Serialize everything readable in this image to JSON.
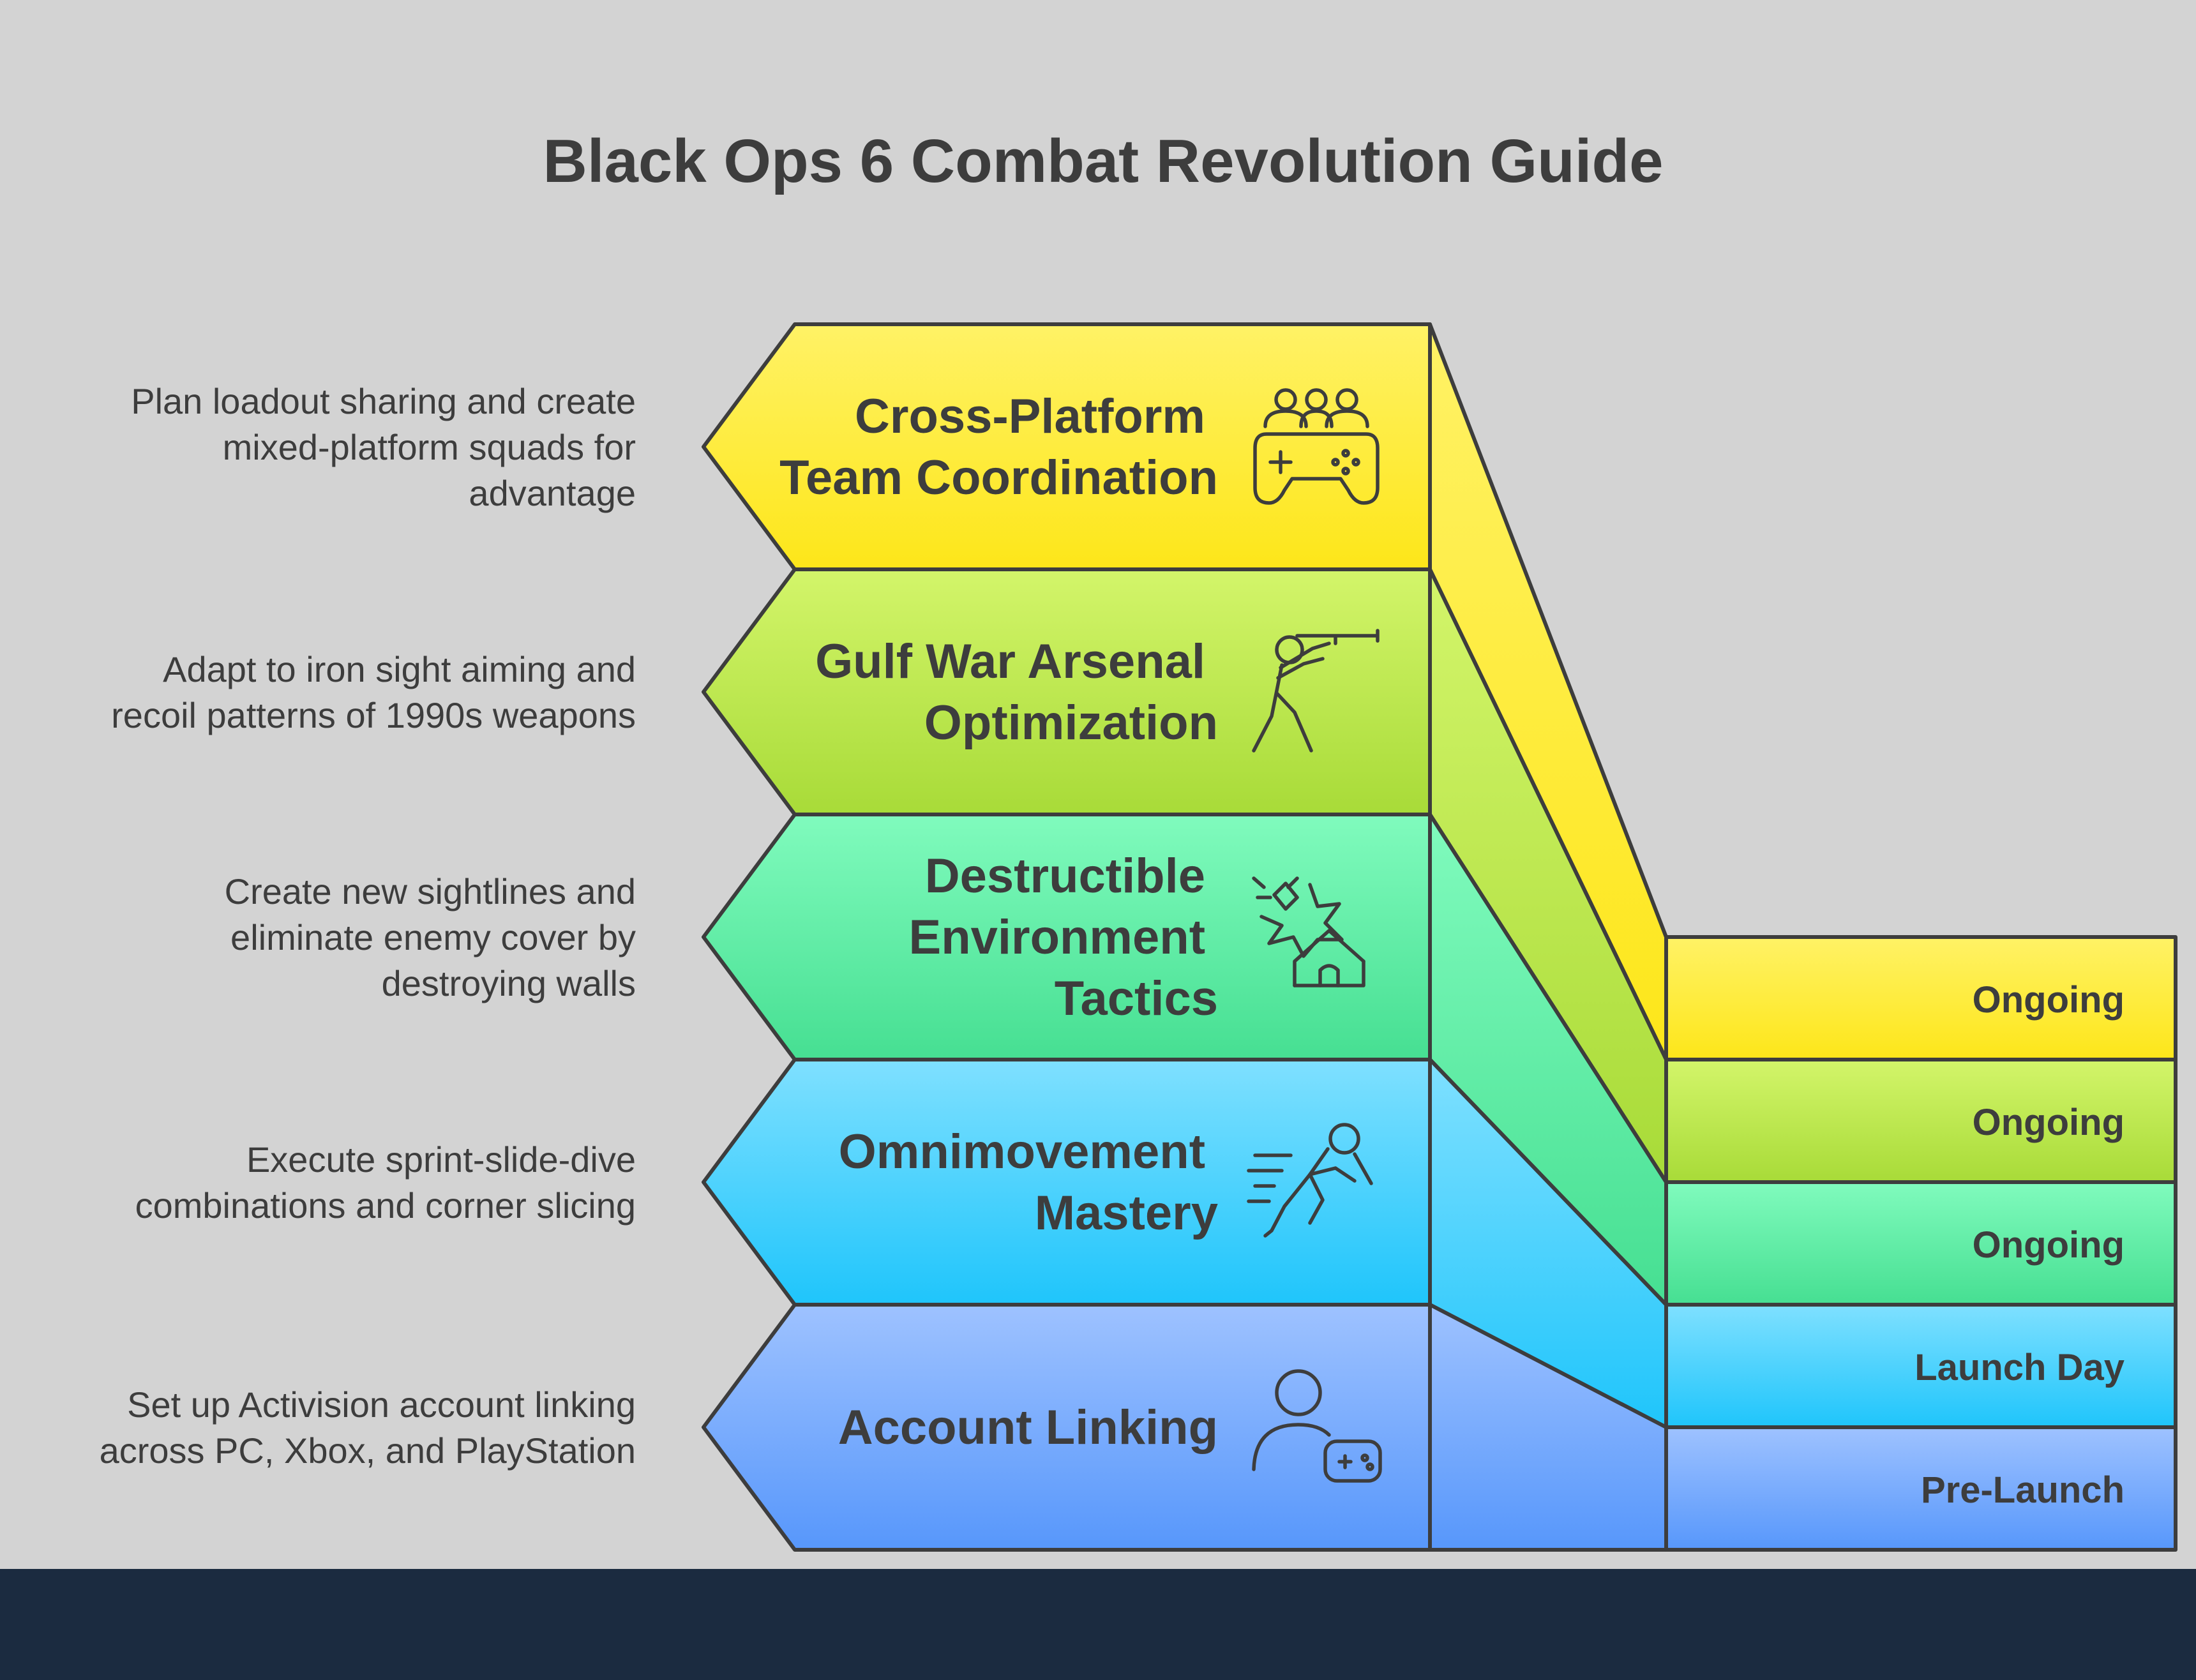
{
  "title": "Black Ops 6 Combat Revolution Guide",
  "colors": {
    "background": "#d3d3d3",
    "footer": "#1b2b40",
    "outline": "#3d3d3d",
    "text": "#3d3d3d"
  },
  "steps": [
    {
      "label": [
        "Cross-Platform",
        "Team Coordination"
      ],
      "description": [
        "Plan loadout sharing and create",
        "mixed-platform squads for",
        "advantage"
      ],
      "timing": "Ongoing",
      "icon": "team-controller-icon",
      "color_top": "#fff266",
      "color_bottom": "#fde619"
    },
    {
      "label": [
        "Gulf War Arsenal",
        "Optimization"
      ],
      "description": [
        "Adapt to iron sight aiming and",
        "recoil patterns of 1990s weapons"
      ],
      "timing": "Ongoing",
      "icon": "rifleman-icon",
      "color_top": "#d3f56a",
      "color_bottom": "#a8db38"
    },
    {
      "label": [
        "Destructible",
        "Environment",
        "Tactics"
      ],
      "description": [
        "Create new sightlines and",
        "eliminate enemy cover by",
        "destroying walls"
      ],
      "timing": "Ongoing",
      "icon": "explosion-house-icon",
      "color_top": "#80fbbd",
      "color_bottom": "#46df92"
    },
    {
      "label": [
        "Omnimovement",
        "Mastery"
      ],
      "description": [
        "Execute sprint-slide-dive",
        "combinations and corner slicing"
      ],
      "timing": "Launch Day",
      "icon": "running-dive-icon",
      "color_top": "#7fe0ff",
      "color_bottom": "#1fc5fb"
    },
    {
      "label": [
        "Account Linking"
      ],
      "description": [
        "Set up Activision account linking",
        "across PC, Xbox, and PlayStation"
      ],
      "timing": "Pre-Launch",
      "icon": "user-controller-icon",
      "color_top": "#9ec2ff",
      "color_bottom": "#5797fb"
    }
  ]
}
